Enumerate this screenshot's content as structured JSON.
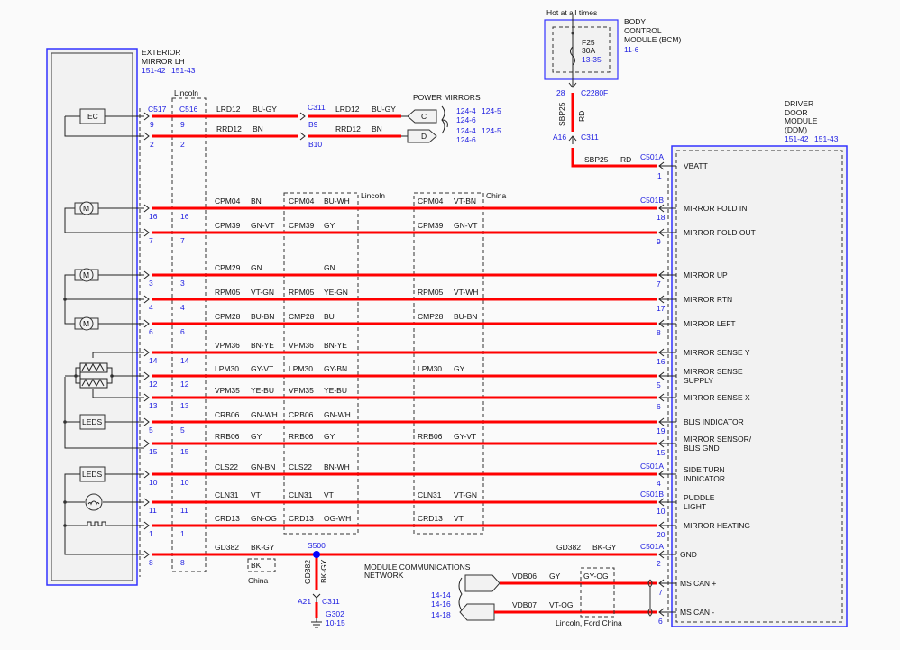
{
  "title": "Power Mirrors wiring diagram",
  "modules": {
    "mirror": {
      "name_lines": [
        "EXTERIOR",
        "MIRROR LH"
      ],
      "refs": [
        "151-42",
        "151-43"
      ]
    },
    "bcm": {
      "name_lines": [
        "BODY",
        "CONTROL",
        "MODULE (BCM)"
      ],
      "ref": "11-6",
      "header": "Hot at all times",
      "fuse": "F25",
      "fuse_rating": "30A",
      "fuse_ref": "13-35"
    },
    "ddm": {
      "name_lines": [
        "DRIVER",
        "DOOR",
        "MODULE",
        "(DDM)"
      ],
      "refs": [
        "151-42",
        "151-43"
      ]
    }
  },
  "mirror_components": {
    "ec": "EC",
    "motor": "M",
    "leds1": "LEDS",
    "leds2": "LEDS"
  },
  "variant_labels": {
    "lincoln_c516": "Lincoln",
    "lincoln_mid": "Lincoln",
    "china_mid": "China",
    "china_bk": "China",
    "lincoln_ford_china": "Lincoln, Ford China"
  },
  "connectors": {
    "c517": "C517",
    "c516": "C516",
    "c311": "C311",
    "c2280f": "C2280F",
    "c501a": "C501A",
    "c501b": "C501B",
    "s500": "S500",
    "g302": "G302",
    "g302_ref": "10-15"
  },
  "power_mirrors": {
    "label": "POWER MIRRORS",
    "rows": [
      {
        "circuit": "LRD12",
        "color": "BU-GY",
        "pin": "9",
        "c311_pin": "B9",
        "tag": "C",
        "refs": [
          "124-4",
          "124-5",
          "124-6"
        ]
      },
      {
        "circuit": "RRD12",
        "color": "BN",
        "pin": "2",
        "c311_pin": "B10",
        "tag": "D",
        "refs": [
          "124-4",
          "124-5",
          "124-6"
        ]
      }
    ]
  },
  "power_feed": {
    "pin_bcm": "28",
    "pin_c311": "A16",
    "circuit": "SBP25",
    "color": "RD",
    "ddm_pin": "1",
    "ddm_label": "VBATT"
  },
  "circuits": [
    {
      "pin": "16",
      "circuit": "CPM04",
      "color": "BN",
      "lin_circuit": "CPM04",
      "lin_color": "BU-WH",
      "china_circuit": "CPM04",
      "china_color": "VT-BN",
      "ddm_conn": "C501B",
      "ddm_pin": "18",
      "function": [
        "MIRROR FOLD IN"
      ]
    },
    {
      "pin": "7",
      "circuit": "CPM39",
      "color": "GN-VT",
      "lin_circuit": "CPM39",
      "lin_color": "GY",
      "china_circuit": "CPM39",
      "china_color": "GN-VT",
      "ddm_conn": "",
      "ddm_pin": "9",
      "function": [
        "MIRROR FOLD OUT"
      ]
    },
    {
      "pin": "3",
      "circuit": "CPM29",
      "color": "GN",
      "lin_circuit": "",
      "lin_color": "GN",
      "china_circuit": "",
      "china_color": "",
      "ddm_conn": "",
      "ddm_pin": "7",
      "function": [
        "MIRROR UP"
      ]
    },
    {
      "pin": "4",
      "circuit": "RPM05",
      "color": "VT-GN",
      "lin_circuit": "RPM05",
      "lin_color": "YE-GN",
      "china_circuit": "RPM05",
      "china_color": "VT-WH",
      "ddm_conn": "",
      "ddm_pin": "17",
      "function": [
        "MIRROR RTN"
      ]
    },
    {
      "pin": "6",
      "circuit": "CPM28",
      "color": "BU-BN",
      "lin_circuit": "CMP28",
      "lin_color": "BU",
      "china_circuit": "CMP28",
      "china_color": "BU-BN",
      "ddm_conn": "",
      "ddm_pin": "8",
      "function": [
        "MIRROR LEFT"
      ]
    },
    {
      "pin": "14",
      "circuit": "VPM36",
      "color": "BN-YE",
      "lin_circuit": "VPM36",
      "lin_color": "BN-YE",
      "china_circuit": "",
      "china_color": "",
      "ddm_conn": "",
      "ddm_pin": "16",
      "function": [
        "MIRROR SENSE Y"
      ]
    },
    {
      "pin": "12",
      "circuit": "LPM30",
      "color": "GY-VT",
      "lin_circuit": "LPM30",
      "lin_color": "GY-BN",
      "china_circuit": "LPM30",
      "china_color": "GY",
      "ddm_conn": "",
      "ddm_pin": "5",
      "function": [
        "MIRROR SENSE",
        "SUPPLY"
      ]
    },
    {
      "pin": "13",
      "circuit": "VPM35",
      "color": "YE-BU",
      "lin_circuit": "VPM35",
      "lin_color": "YE-BU",
      "china_circuit": "",
      "china_color": "",
      "ddm_conn": "",
      "ddm_pin": "6",
      "function": [
        "MIRROR SENSE X"
      ]
    },
    {
      "pin": "5",
      "circuit": "CRB06",
      "color": "GN-WH",
      "lin_circuit": "CRB06",
      "lin_color": "GN-WH",
      "china_circuit": "",
      "china_color": "",
      "ddm_conn": "",
      "ddm_pin": "19",
      "function": [
        "BLIS INDICATOR"
      ]
    },
    {
      "pin": "15",
      "circuit": "RRB06",
      "color": "GY",
      "lin_circuit": "RRB06",
      "lin_color": "GY",
      "china_circuit": "RRB06",
      "china_color": "GY-VT",
      "ddm_conn": "",
      "ddm_pin": "15",
      "function": [
        "MIRROR SENSOR/",
        "BLIS GND"
      ]
    },
    {
      "pin": "10",
      "circuit": "CLS22",
      "color": "GN-BN",
      "lin_circuit": "CLS22",
      "lin_color": "BN-WH",
      "china_circuit": "",
      "china_color": "",
      "ddm_conn": "C501A",
      "ddm_pin": "4",
      "function": [
        "SIDE TURN",
        "INDICATOR"
      ]
    },
    {
      "pin": "11",
      "circuit": "CLN31",
      "color": "VT",
      "lin_circuit": "CLN31",
      "lin_color": "VT",
      "china_circuit": "CLN31",
      "china_color": "VT-GN",
      "ddm_conn": "C501B",
      "ddm_pin": "10",
      "function": [
        "PUDDLE",
        "LIGHT"
      ]
    },
    {
      "pin": "1",
      "circuit": "CRD13",
      "color": "GN-OG",
      "lin_circuit": "CRD13",
      "lin_color": "OG-WH",
      "china_circuit": "CRD13",
      "china_color": "VT",
      "ddm_conn": "",
      "ddm_pin": "20",
      "function": [
        "MIRROR HEATING"
      ]
    },
    {
      "pin": "8",
      "circuit": "GD382",
      "color": "BK-GY",
      "lin_circuit": "",
      "lin_color": "",
      "china_circuit": "GD382",
      "china_color": "BK-GY",
      "ddm_conn": "C501A",
      "ddm_pin": "2",
      "function": [
        "GND"
      ]
    }
  ],
  "ground": {
    "china_color": "BK",
    "drop_circuit": "GD382",
    "drop_color": "BK-GY",
    "c311_pin": "A21"
  },
  "network": {
    "label_lines": [
      "MODULE COMMUNICATIONS",
      "NETWORK"
    ],
    "refs": [
      "14-14",
      "14-16",
      "14-18"
    ],
    "rows": [
      {
        "circuit": "VDB06",
        "color": "GY",
        "alt_color": "GY-OG",
        "ddm_pin": "7",
        "function": "MS CAN +"
      },
      {
        "circuit": "VDB07",
        "color": "VT-OG",
        "alt_color": "",
        "ddm_pin": "6",
        "function": "MS CAN -"
      }
    ]
  },
  "colors": {
    "wire": "#ff0000",
    "module_border": "#3333ff",
    "ref_text": "#1a1ae0",
    "splice": "#0000ff"
  }
}
